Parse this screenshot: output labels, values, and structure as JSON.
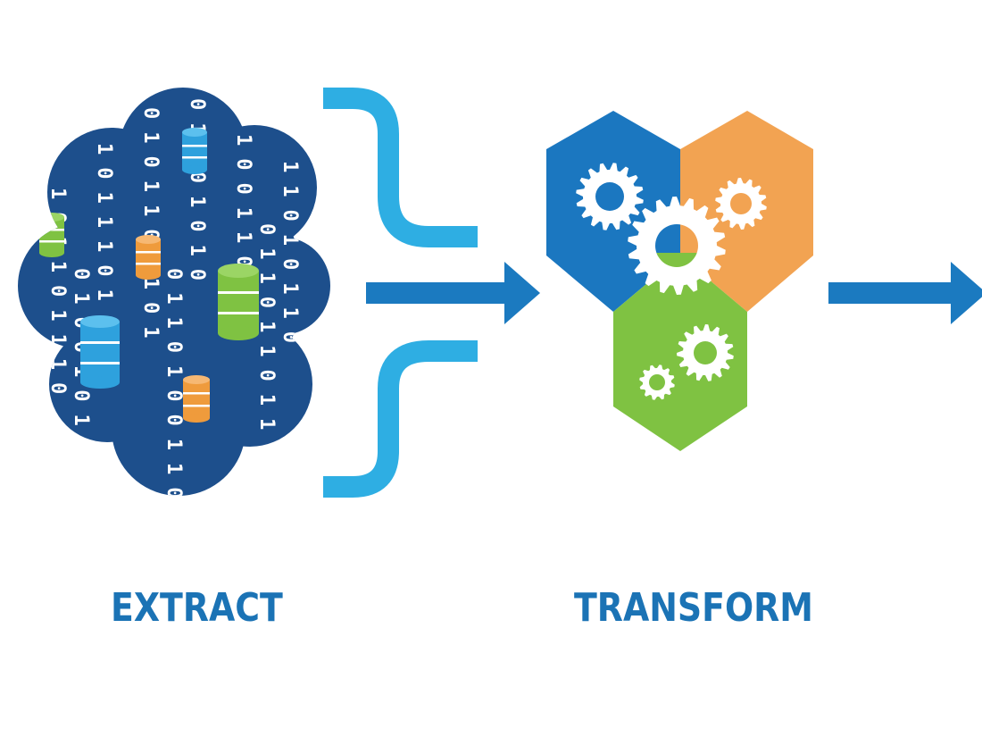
{
  "stages": [
    {
      "id": "extract",
      "label": "EXTRACT",
      "icon": "data-cloud-icon"
    },
    {
      "id": "transform",
      "label": "TRANSFORM",
      "icon": "gears-hexagon-icon"
    }
  ],
  "binary_columns": [
    "101101110",
    "1011101",
    "0101101101",
    "01101010",
    "100110101",
    "11010110",
    "010010101",
    "0110100110",
    "011011011"
  ],
  "colors": {
    "label": "#1b73b5",
    "cloud": "#1d4f8c",
    "bits": "#ffffff",
    "arrow_blue": "#1b7ac0",
    "pipe_light_blue": "#2eaee3",
    "cylinder_blue": "#2ea1dd",
    "cylinder_green": "#7fc242",
    "cylinder_orange": "#ef9b3c",
    "hex_blue": "#1b77c0",
    "hex_orange": "#f2a352",
    "hex_green": "#7fc242",
    "gear": "#ffffff"
  }
}
